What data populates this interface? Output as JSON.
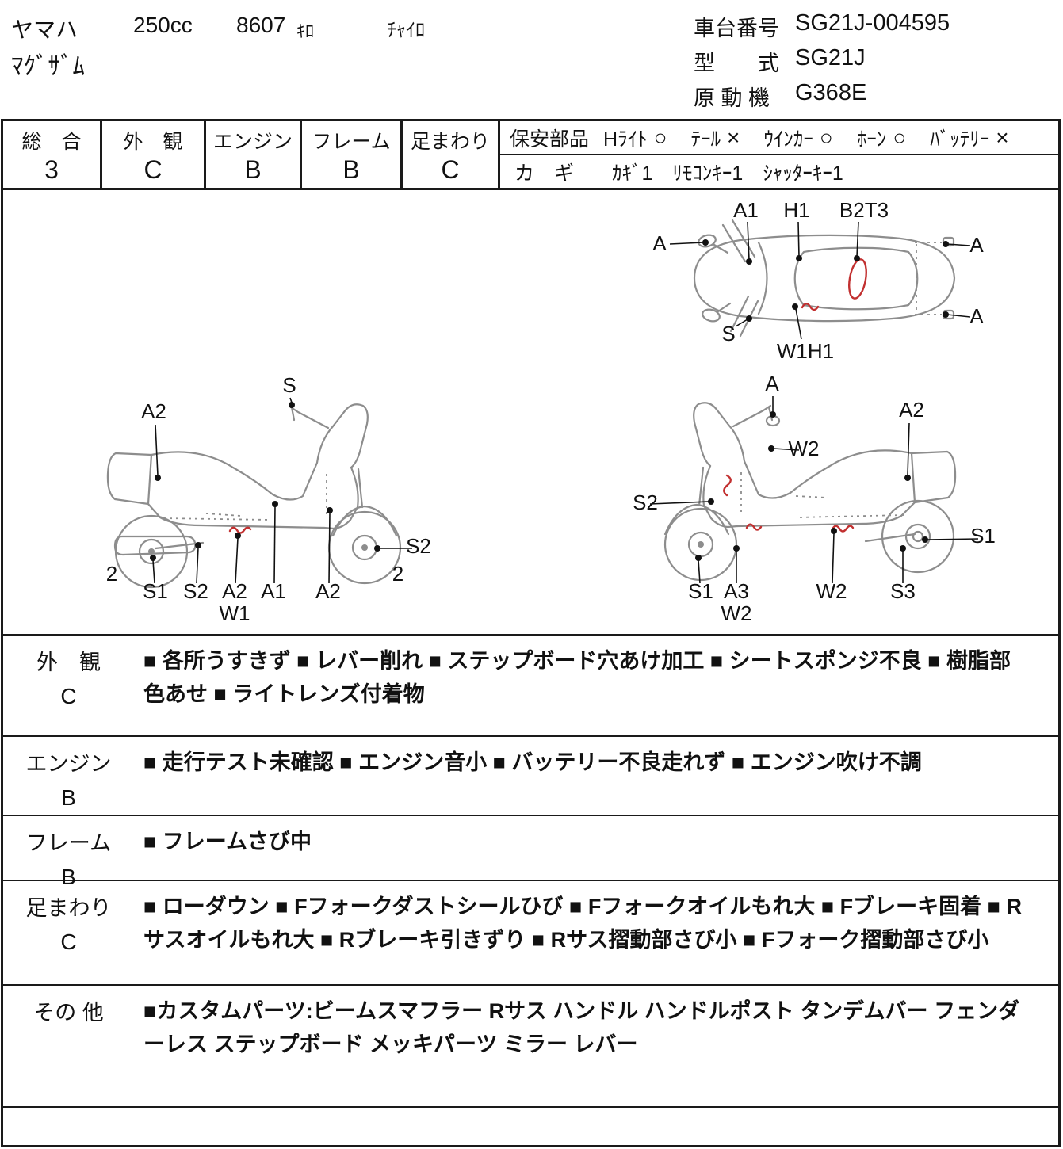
{
  "meta": {
    "line_color": "#1a1a1a",
    "drawing_color": "#8d8d8d",
    "damage_mark_color": "#c23030"
  },
  "header": {
    "maker": "ヤマハ",
    "displacement": "250cc",
    "mileage_value": "8607",
    "mileage_unit": "ｷﾛ",
    "color": "ﾁｬｲﾛ",
    "model_name": "ﾏｸﾞｻﾞﾑ",
    "chassis_label": "車台番号",
    "chassis_value": "SG21J-004595",
    "type_label": "型　　式",
    "type_value": "SG21J",
    "engine_label": "原 動 機",
    "engine_value": "G368E"
  },
  "grades": {
    "cells": [
      {
        "label": "総　合",
        "value": "3"
      },
      {
        "label": "外　観",
        "value": "C"
      },
      {
        "label": "エンジン",
        "value": "B"
      },
      {
        "label": "フレーム",
        "value": "B"
      },
      {
        "label": "足まわり",
        "value": "C"
      }
    ],
    "safety": {
      "label": "保安部品",
      "items": [
        {
          "name": "Hﾗｲﾄ",
          "mark": "○"
        },
        {
          "name": "ﾃｰﾙ",
          "mark": "×"
        },
        {
          "name": "ｳｲﾝｶｰ",
          "mark": "○"
        },
        {
          "name": "ﾎｰﾝ",
          "mark": "○"
        },
        {
          "name": "ﾊﾞｯﾃﾘｰ",
          "mark": "×"
        }
      ]
    },
    "keys": {
      "label": "カ　ギ",
      "value": "ｶｷﾞ1　ﾘﾓｺﾝｷｰ1　ｼｬｯﾀｰｷｰ1"
    }
  },
  "diagram": {
    "top_view": {
      "a1": "A1",
      "h1": "H1",
      "b2t3": "B2T3",
      "a_left": "A",
      "a_right_top": "A",
      "a_right_bottom": "A",
      "s": "S",
      "w1h1": "W1H1"
    },
    "left_view": {
      "a2_top": "A2",
      "s_top": "S",
      "s2_right": "S2",
      "count_left": "2",
      "count_right": "2",
      "s1": "S1",
      "s2": "S2",
      "a2": "A2",
      "a1": "A1",
      "a2b": "A2",
      "w1": "W1"
    },
    "right_view": {
      "a_top": "A",
      "a2_top": "A2",
      "w2_mid": "W2",
      "s2_left": "S2",
      "s1_right": "S1",
      "s1": "S1",
      "a3": "A3",
      "w2_sub": "W2",
      "w2": "W2",
      "s3": "S3"
    }
  },
  "comments": {
    "rows": [
      {
        "label": "外　観",
        "grade": "C",
        "text": "■ 各所うすきず ■ レバー削れ ■ ステップボード穴あけ加工 ■ シートスポンジ不良 ■ 樹脂部色あせ ■ ライトレンズ付着物"
      },
      {
        "label": "エンジン",
        "grade": "B",
        "text": "■ 走行テスト未確認 ■ エンジン音小 ■ バッテリー不良走れず ■ エンジン吹け不調"
      },
      {
        "label": "フレーム",
        "grade": "B",
        "text": "■ フレームさび中"
      },
      {
        "label": "足まわり",
        "grade": "C",
        "text": "■ ローダウン ■ Fフォークダストシールひび ■ Fフォークオイルもれ大 ■ Fブレーキ固着 ■ Rサスオイルもれ大 ■ Rブレーキ引きずり ■ Rサス摺動部さび小 ■ Fフォーク摺動部さび小"
      },
      {
        "label": "その 他",
        "grade": "",
        "text": "■カスタムパーツ:ビームスマフラー Rサス ハンドル ハンドルポスト タンデムバー フェンダーレス ステップボード メッキパーツ ミラー レバー"
      }
    ]
  }
}
